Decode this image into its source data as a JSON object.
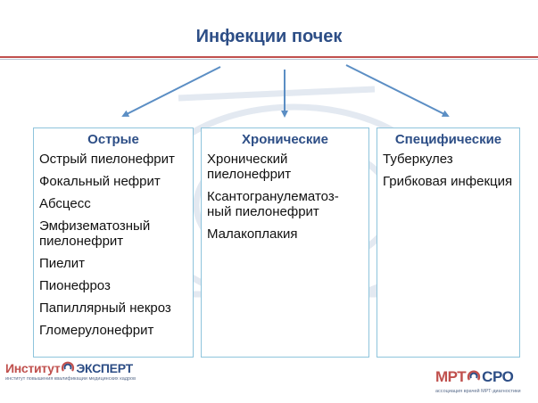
{
  "title": "Инфекции почек",
  "columns": [
    {
      "header": "Острые",
      "items": [
        "Острый пиелонефрит",
        "Фокальный нефрит",
        "Абсцесс",
        "Эмфизематозный пиелонефрит",
        "Пиелит",
        "Пионефроз",
        "Папиллярный некроз",
        "Гломерулонефрит"
      ]
    },
    {
      "header": "Хронические",
      "items": [
        "Хронический пиелонефрит",
        "Ксантогранулематоз-ный пиелонефрит",
        "Малакоплакия"
      ]
    },
    {
      "header": "Специфические",
      "items": [
        "Туберкулез",
        "Грибковая инфекция"
      ]
    }
  ],
  "logo_left": {
    "part1": "Институт",
    "part2": "ЭКСПЕРТ",
    "subtitle": "институт повышения квалификации медицинских кадров"
  },
  "logo_right": {
    "part1": "МРТ",
    "part2": "СРО",
    "subtitle": "ассоциация врачей МРТ-диагностики"
  },
  "colors": {
    "title": "#2d4e86",
    "accent_red": "#c0504d",
    "arrow": "#5b8ec4",
    "box_border": "#8ec4dc"
  }
}
